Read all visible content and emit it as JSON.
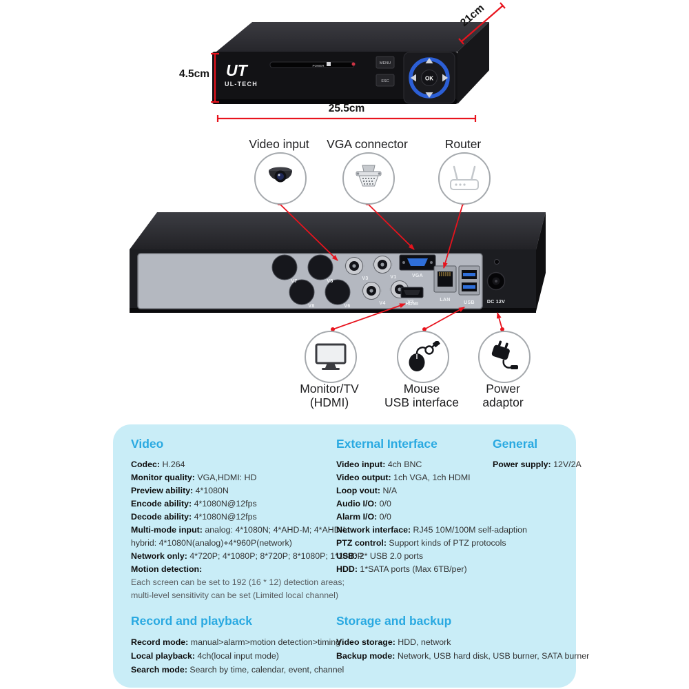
{
  "brand": {
    "logo": "UT",
    "name": "UL-TECH"
  },
  "front_panel": {
    "power": "POWER",
    "menu": "MENU",
    "esc": "ESC",
    "ok": "OK"
  },
  "dimensions": {
    "depth": "21cm",
    "height": "4.5cm",
    "width": "25.5cm"
  },
  "callouts_top": [
    {
      "label": "Video input",
      "icon": "dome-camera-icon"
    },
    {
      "label": "VGA connector",
      "icon": "vga-connector-icon"
    },
    {
      "label": "Router",
      "icon": "router-icon"
    }
  ],
  "callouts_bottom": [
    {
      "line1": "Monitor/TV",
      "line2": "(HDMI)",
      "icon": "monitor-icon"
    },
    {
      "line1": "Mouse",
      "line2": "USB interface",
      "icon": "mouse-icon"
    },
    {
      "line1": "Power",
      "line2": "adaptor",
      "icon": "power-adaptor-icon"
    }
  ],
  "rear_ports": {
    "v1": "V1",
    "v2": "V2",
    "v3": "V3",
    "v4": "V4",
    "v5": "V5",
    "v6": "V6",
    "v7": "V7",
    "v8": "V8",
    "vga": "VGA",
    "hdmi": "HDMI",
    "lan": "LAN",
    "usb": "USB",
    "dc": "DC 12V"
  },
  "colors": {
    "accent_red": "#e8131d",
    "heading_blue": "#29a9e1",
    "panel_cyan": "#c9edf7"
  },
  "specs": {
    "video": {
      "title": "Video",
      "rows": [
        {
          "label": "Codec:",
          "value": "H.264"
        },
        {
          "label": "Monitor quality:",
          "value": "VGA,HDMI: HD"
        },
        {
          "label": "Preview ability:",
          "value": "4*1080N"
        },
        {
          "label": "Encode ability:",
          "value": "4*1080N@12fps"
        },
        {
          "label": "Decode ability:",
          "value": "4*1080N@12fps"
        },
        {
          "label": "Multi-mode input:",
          "value": "analog: 4*1080N; 4*AHD-M; 4*AHD-L"
        },
        {
          "label": "",
          "value": "hybrid: 4*1080N(analog)+4*960P(network)"
        },
        {
          "label": "Network only:",
          "value": "4*720P; 4*1080P; 8*720P; 8*1080P; 1*1080P"
        },
        {
          "label": "Motion detection:",
          "value": ""
        },
        {
          "label": "",
          "value": "Each screen can be set to 192 (16 * 12) detection areas;",
          "muted": true
        },
        {
          "label": "",
          "value": "multi-level sensitivity can be set (Limited local channel)",
          "muted": true
        }
      ]
    },
    "external": {
      "title": "External Interface",
      "rows": [
        {
          "label": "Video input:",
          "value": "4ch BNC"
        },
        {
          "label": "Video output:",
          "value": "1ch VGA, 1ch HDMI"
        },
        {
          "label": "Loop vout:",
          "value": "N/A"
        },
        {
          "label": "Audio I/O:",
          "value": "0/0"
        },
        {
          "label": "Alarm I/O:",
          "value": "0/0"
        },
        {
          "label": "Network interface:",
          "value": "RJ45 10M/100M self-adaption"
        },
        {
          "label": "PTZ control:",
          "value": "Support kinds of PTZ protocols"
        },
        {
          "label": "USB:",
          "value": "2* USB 2.0 ports"
        },
        {
          "label": "HDD:",
          "value": "1*SATA ports (Max 6TB/per)"
        }
      ]
    },
    "general": {
      "title": "General",
      "rows": [
        {
          "label": "Power supply:",
          "value": "12V/2A"
        }
      ]
    },
    "record": {
      "title": "Record and playback",
      "rows": [
        {
          "label": "Record mode:",
          "value": "manual>alarm>motion detection>timing"
        },
        {
          "label": "Local playback:",
          "value": "4ch(local input mode)"
        },
        {
          "label": "Search mode:",
          "value": "Search by time, calendar, event, channel"
        }
      ]
    },
    "storage": {
      "title": "Storage and backup",
      "rows": [
        {
          "label": "Video storage:",
          "value": "HDD, network"
        },
        {
          "label": "Backup mode:",
          "value": "Network, USB hard disk, USB burner, SATA burner"
        }
      ]
    }
  }
}
